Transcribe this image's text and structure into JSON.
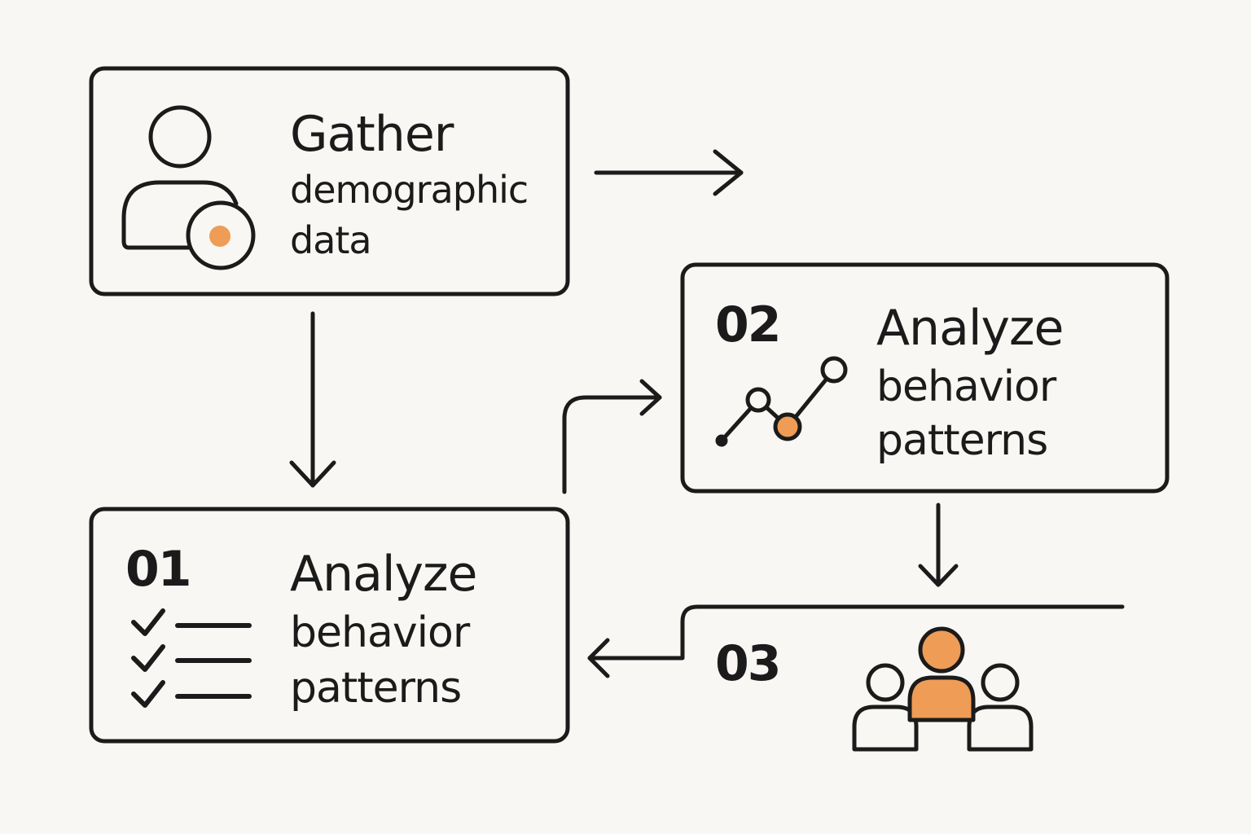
{
  "colors": {
    "background": "#f8f7f3",
    "stroke": "#1b1b1b",
    "accent": "#ef9c56"
  },
  "box_gather": {
    "title": "Gather",
    "line2": "demographic",
    "line3": "data",
    "icon": "user-with-badge-icon"
  },
  "box_01": {
    "number": "01",
    "line1": "Analyze",
    "line2": "behavior",
    "line3": "patterns",
    "icon": "checklist-icon"
  },
  "box_02": {
    "number": "02",
    "line1": "Analyze",
    "line2": "behavior",
    "line3": "patterns",
    "icon": "line-chart-icon"
  },
  "step_03": {
    "number": "03",
    "icon": "group-icon"
  }
}
